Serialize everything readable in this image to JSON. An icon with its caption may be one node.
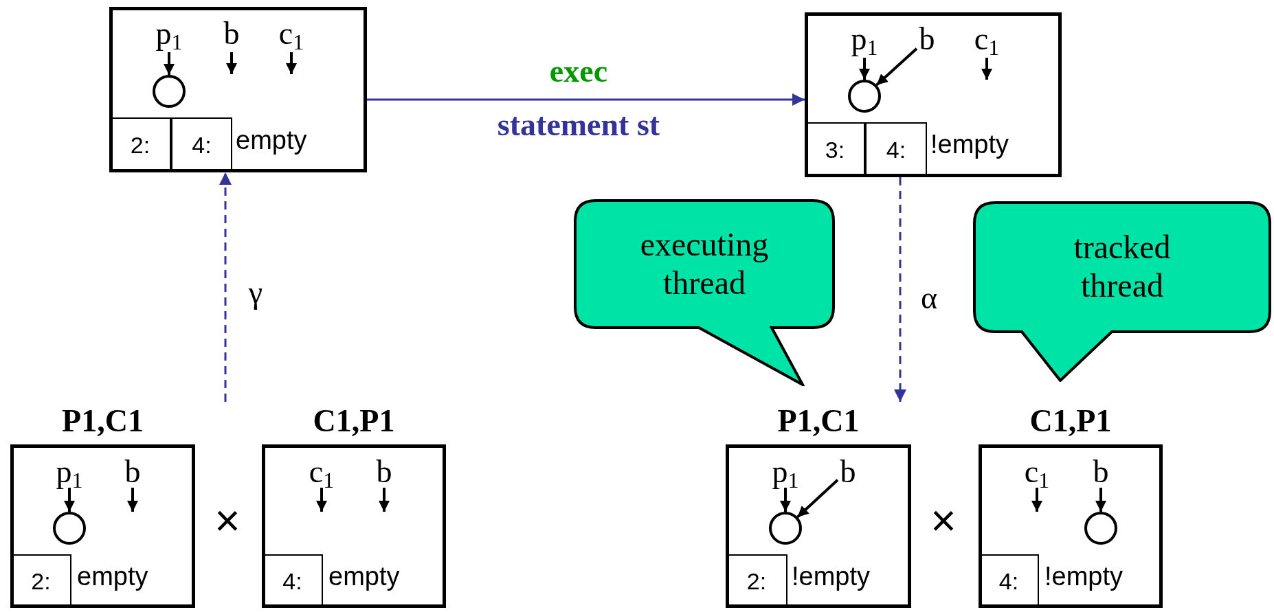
{
  "diagram": {
    "nodes": [
      {
        "text": [
          "empty"
        ]
      },
      {
        "text": [
          "p$_{1}$"
        ],
        "in": 0
      },
      {
        "text": [
          "b"
        ],
        "in": 0
      },
      {
        "text": [
          "c$_{1}$"
        ],
        "in": 0
      },
      {
        "text": [],
        "shape": "circle",
        "in": 0
      },
      {
        "text": [
          "2:"
        ],
        "in": 0
      },
      {
        "text": [
          "4:"
        ],
        "in": 0
      },
      {
        "text": [
          "!empty"
        ]
      },
      {
        "text": [
          "p$_{1}$"
        ],
        "in": 7
      },
      {
        "text": [
          "b"
        ],
        "in": 7
      },
      {
        "text": [
          "c$_{1}$"
        ],
        "in": 7
      },
      {
        "text": [],
        "shape": "circle",
        "in": 7
      },
      {
        "text": [
          "3:"
        ],
        "in": 7
      },
      {
        "text": [
          "4:"
        ],
        "in": 7
      },
      {
        "text": [
          "P1,C1",
          "empty"
        ]
      },
      {
        "text": [
          "p$_{1}$"
        ],
        "in": 14
      },
      {
        "text": [
          "b"
        ],
        "in": 14
      },
      {
        "text": [],
        "shape": "circle",
        "in": 14
      },
      {
        "text": [
          "2:"
        ],
        "in": 14
      },
      {
        "text": [
          "C1,P1",
          "empty"
        ]
      },
      {
        "text": [
          "c$_{1}$"
        ],
        "in": 19
      },
      {
        "text": [
          "b"
        ],
        "in": 19
      },
      {
        "text": [
          "4:"
        ],
        "in": 19
      },
      {
        "text": [
          "P1,C1",
          "!empty"
        ]
      },
      {
        "text": [
          "p$_{1}$"
        ],
        "in": 23
      },
      {
        "text": [
          "b"
        ],
        "in": 23
      },
      {
        "text": [],
        "shape": "circle",
        "in": 23
      },
      {
        "text": [
          "2:"
        ],
        "in": 23
      },
      {
        "text": [
          "C1,P1",
          "!empty"
        ]
      },
      {
        "text": [
          "c$_{1}$"
        ],
        "in": 28
      },
      {
        "text": [
          "b"
        ],
        "in": 28
      },
      {
        "text": [],
        "shape": "circle",
        "in": 28
      },
      {
        "text": [
          "4:"
        ],
        "in": 28
      },
      {
        "text": [
          "executing thread"
        ]
      },
      {
        "text": [
          "tracked thread"
        ]
      }
    ],
    "edges": [
      {
        "from": 0,
        "to": 7,
        "arrow": "to",
        "label": "statement st",
        "color": "#333399"
      },
      {
        "from": null,
        "to": 0,
        "arrow": "to",
        "label": "γ",
        "style": "dashed",
        "color": "#333399"
      },
      {
        "from": 7,
        "to": 23,
        "arrow": "to",
        "label": "α",
        "style": "dashed",
        "color": "#333399"
      },
      {
        "from": 1,
        "to": 4,
        "arrow": "to"
      },
      {
        "from": 2,
        "to": null,
        "arrow": "to"
      },
      {
        "from": 3,
        "to": null,
        "arrow": "to"
      },
      {
        "from": 8,
        "to": 11,
        "arrow": "to"
      },
      {
        "from": 9,
        "to": 11,
        "arrow": "to"
      },
      {
        "from": 10,
        "to": null,
        "arrow": "to"
      },
      {
        "from": 15,
        "to": 17,
        "arrow": "to"
      },
      {
        "from": 16,
        "to": null,
        "arrow": "to"
      },
      {
        "from": 20,
        "to": null,
        "arrow": "to"
      },
      {
        "from": 21,
        "to": null,
        "arrow": "to"
      },
      {
        "from": 24,
        "to": 26,
        "arrow": "to"
      },
      {
        "from": 25,
        "to": 26,
        "arrow": "to"
      },
      {
        "from": 29,
        "to": null,
        "arrow": "to"
      },
      {
        "from": 30,
        "to": 31,
        "arrow": "to"
      }
    ],
    "labels": [
      "exec",
      "×",
      "×"
    ]
  }
}
